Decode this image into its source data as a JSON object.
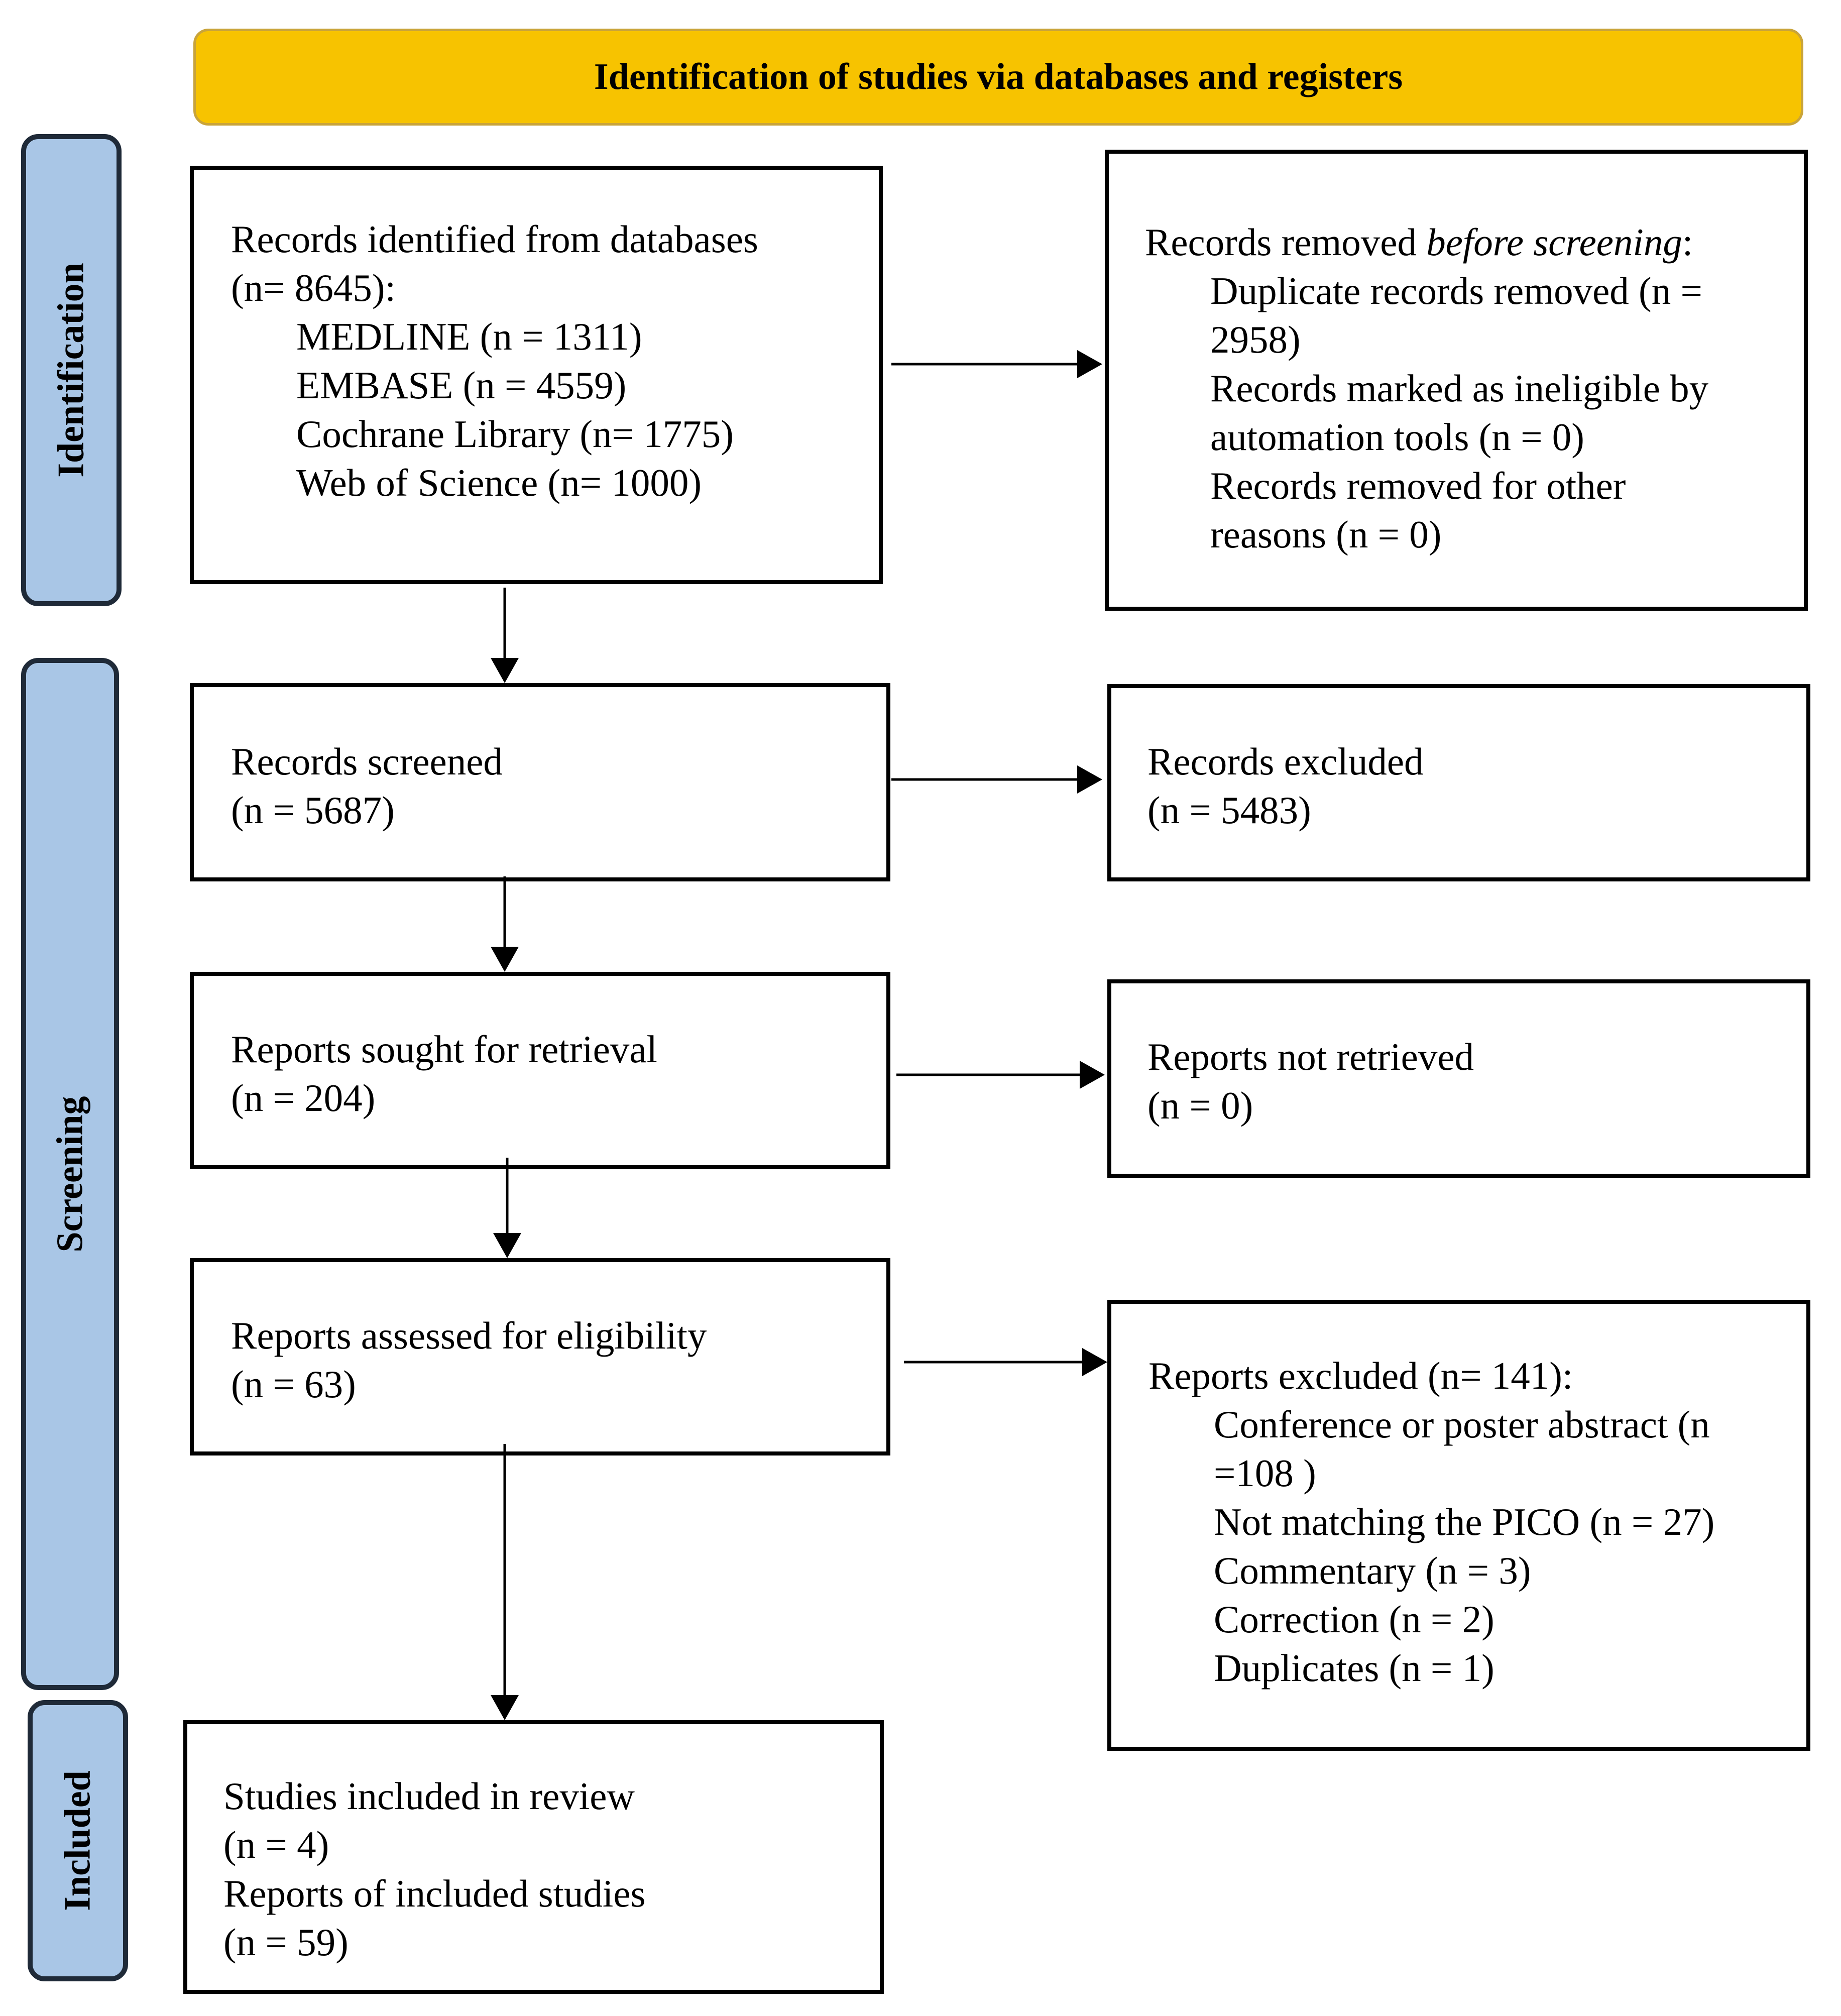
{
  "header": {
    "title": "Identification of studies via databases and registers"
  },
  "phases": {
    "identification": "Identification",
    "screening": "Screening",
    "included": "Included"
  },
  "boxes": {
    "identified": {
      "lines": [
        "Records identified from databases",
        "(n= 8645):"
      ],
      "items": [
        "MEDLINE (n = 1311)",
        "EMBASE (n = 4559)",
        "Cochrane Library (n= 1775)",
        "Web of Science (n= 1000)"
      ]
    },
    "removed": {
      "intro_pre": "Records removed ",
      "intro_em": "before screening",
      "intro_post": ":",
      "items": [
        "Duplicate records removed  (n =",
        "2958)",
        "Records marked as ineligible by",
        "automation tools (n = 0)",
        "Records removed for other",
        "reasons (n = 0)"
      ]
    },
    "screened": {
      "lines": [
        "Records screened",
        "(n = 5687)"
      ]
    },
    "excluded": {
      "lines": [
        "Records excluded",
        "(n = 5483)"
      ]
    },
    "sought": {
      "lines": [
        "Reports sought for retrieval",
        "(n = 204)"
      ]
    },
    "not_retrieved": {
      "lines": [
        "Reports not retrieved",
        "(n = 0)"
      ]
    },
    "assessed": {
      "lines": [
        "Reports assessed for eligibility",
        "(n = 63)"
      ]
    },
    "reports_excluded": {
      "lines": [
        "Reports excluded (n= 141):"
      ],
      "items": [
        "Conference or poster abstract (n",
        "=108 )",
        "Not matching the PICO (n = 27)",
        "Commentary (n = 3)",
        "Correction (n = 2)",
        "Duplicates (n = 1)"
      ]
    },
    "included": {
      "lines": [
        "Studies included in review",
        "(n = 4)",
        "Reports of included studies",
        "(n = 59)"
      ]
    }
  }
}
